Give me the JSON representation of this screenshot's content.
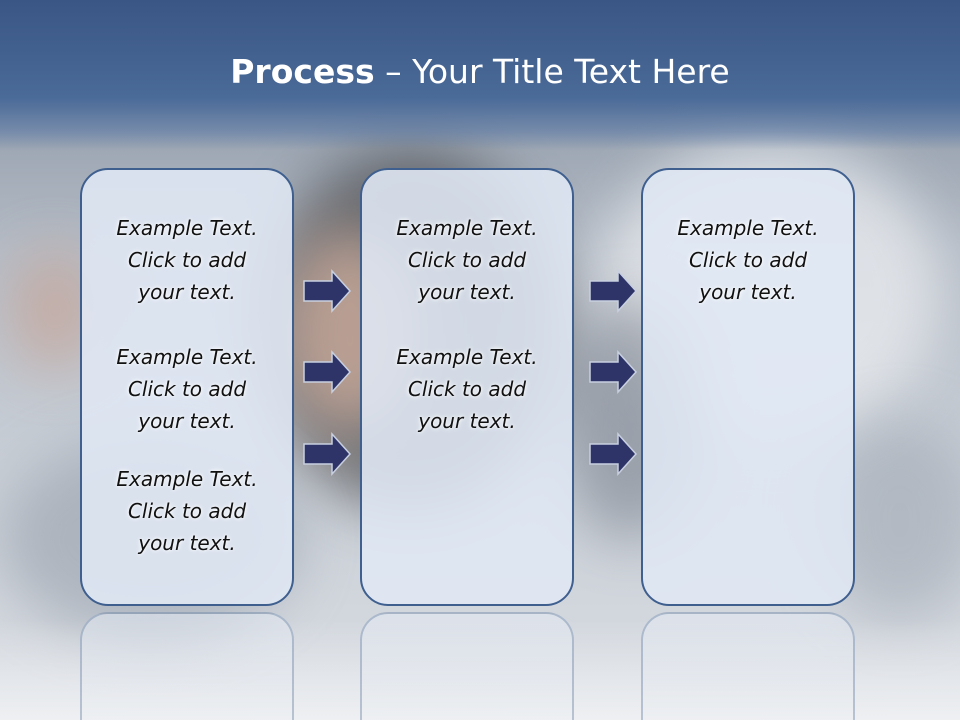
{
  "title": {
    "bold": "Process",
    "rest": " – Your Title Text Here"
  },
  "panels": [
    {
      "items": [
        [
          "Example Text.",
          "Click  to add",
          "your text."
        ],
        [
          "Example Text.",
          "Click  to add",
          "your text."
        ],
        [
          "Example Text.",
          "Click  to add",
          "your text."
        ]
      ]
    },
    {
      "items": [
        [
          "Example Text.",
          "Click  to add",
          "your text."
        ],
        [
          "Example Text.",
          "Click  to add",
          "your text."
        ]
      ]
    },
    {
      "items": [
        [
          "Example Text.",
          "Click  to add",
          "your text."
        ]
      ]
    }
  ],
  "colors": {
    "header": "#3a5684",
    "panel_border": "#3f5f8f",
    "arrow_fill": "#2e3468"
  },
  "icons": [
    "right-arrow-icon"
  ]
}
